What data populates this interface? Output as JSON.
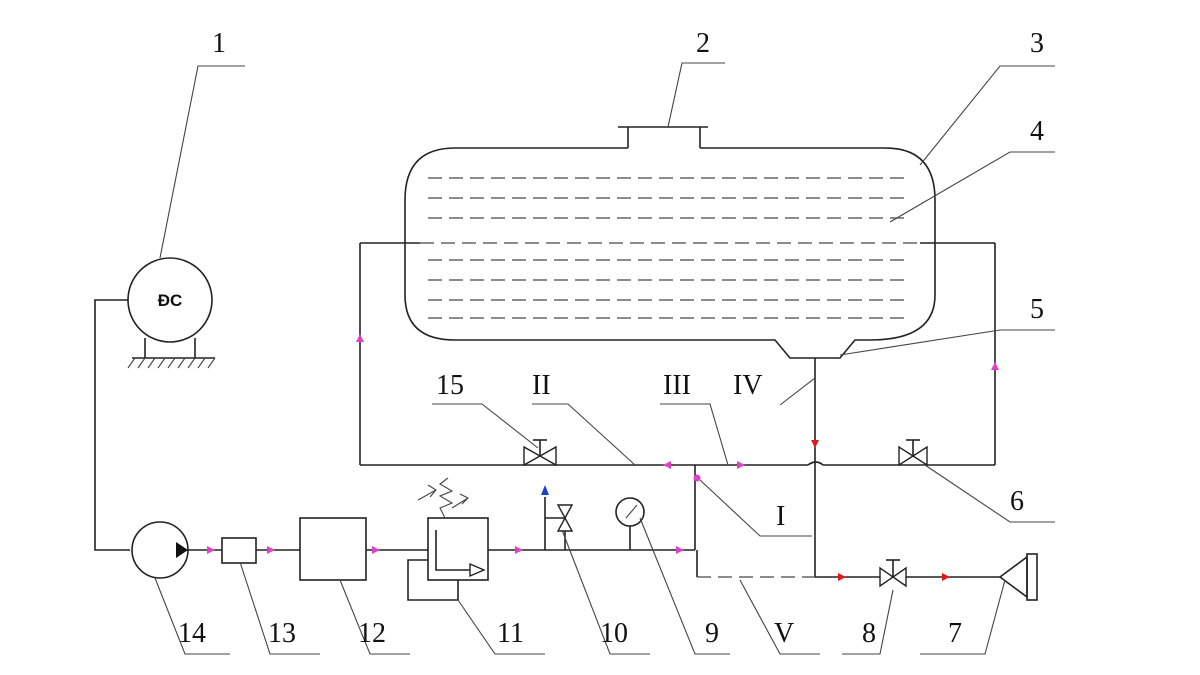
{
  "labels": {
    "n1": "1",
    "n2": "2",
    "n3": "3",
    "n4": "4",
    "n5": "5",
    "n6": "6",
    "n7": "7",
    "n8": "8",
    "n9": "9",
    "n10": "10",
    "n11": "11",
    "n12": "12",
    "n13": "13",
    "n14": "14",
    "n15": "15",
    "rI": "I",
    "rII": "II",
    "rIII": "III",
    "rIV": "IV",
    "rV": "V"
  },
  "motor_label": "ĐC",
  "colors": {
    "line": "#222222",
    "flow_pink": "#e040c8",
    "flow_red": "#e01818",
    "flow_blue": "#1a3fd0"
  }
}
